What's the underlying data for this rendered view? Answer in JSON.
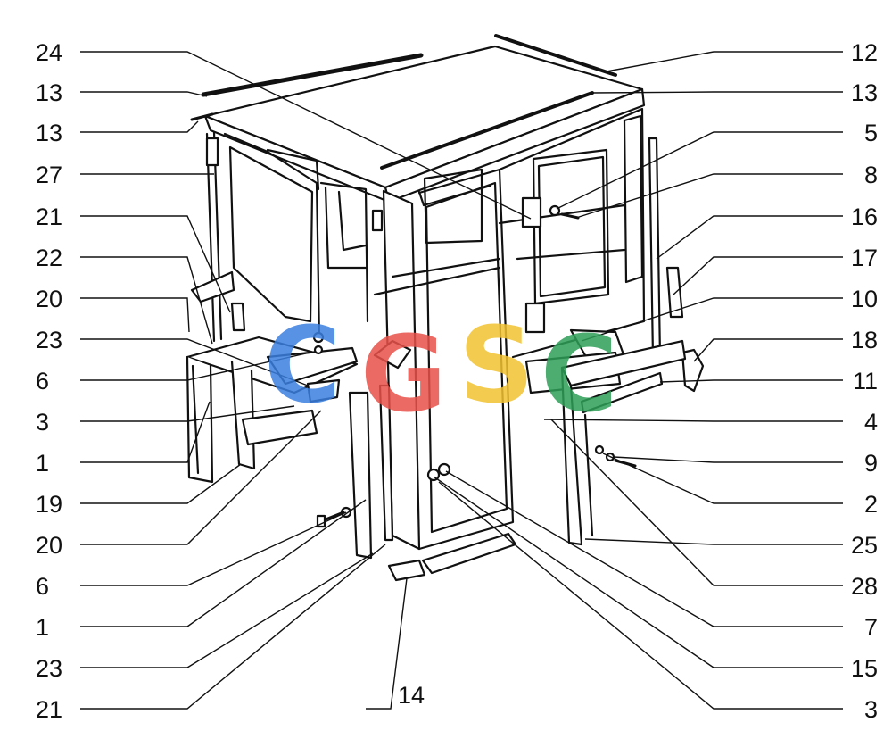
{
  "diagram": {
    "left_labels": [
      "24",
      "13",
      "13",
      "27",
      "21",
      "22",
      "20",
      "23",
      "6",
      "3",
      "1",
      "19",
      "20",
      "6",
      "1",
      "23",
      "21"
    ],
    "right_labels": [
      "12",
      "13",
      "5",
      "8",
      "16",
      "17",
      "10",
      "18",
      "11",
      "4",
      "9",
      "2",
      "25",
      "28",
      "7",
      "15",
      "3"
    ],
    "bottom_label": "14",
    "watermark": {
      "text": "CGSC",
      "letters": [
        "C",
        "G",
        "S",
        "C"
      ],
      "colors": [
        "#3b7fe0",
        "#e8524a",
        "#f2c230",
        "#2e9e58"
      ]
    }
  }
}
